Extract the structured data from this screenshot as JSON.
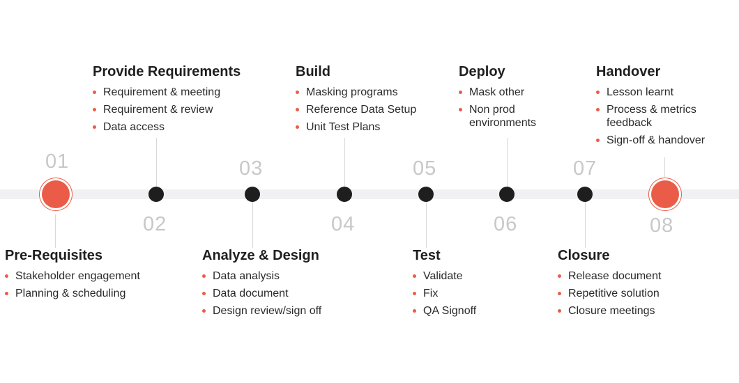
{
  "steps": [
    {
      "number": "01",
      "title": "Pre-Requisites",
      "items": [
        "Stakeholder engagement",
        "Planning & scheduling"
      ]
    },
    {
      "number": "02",
      "title": "Provide Requirements",
      "items": [
        "Requirement & meeting",
        "Requirement & review",
        "Data access"
      ]
    },
    {
      "number": "03",
      "title": "Analyze & Design",
      "items": [
        "Data analysis",
        "Data document",
        "Design review/sign off"
      ]
    },
    {
      "number": "04",
      "title": "Build",
      "items": [
        "Masking programs",
        "Reference Data Setup",
        "Unit Test Plans"
      ]
    },
    {
      "number": "05",
      "title": "Test",
      "items": [
        "Validate",
        "Fix",
        "QA Signoff"
      ]
    },
    {
      "number": "06",
      "title": "Deploy",
      "items": [
        "Mask other",
        "Non prod\nenvironments"
      ]
    },
    {
      "number": "07",
      "title": "Closure",
      "items": [
        "Release document",
        "Repetitive solution",
        "Closure meetings"
      ]
    },
    {
      "number": "08",
      "title": "Handover",
      "items": [
        "Lesson learnt",
        "Process & metrics\nfeedback",
        "Sign-off & handover"
      ]
    }
  ],
  "colors": {
    "accent": "#ea5c47",
    "node": "#1e1e1e",
    "track": "#f1f1f3",
    "number": "#c8c8c8"
  }
}
